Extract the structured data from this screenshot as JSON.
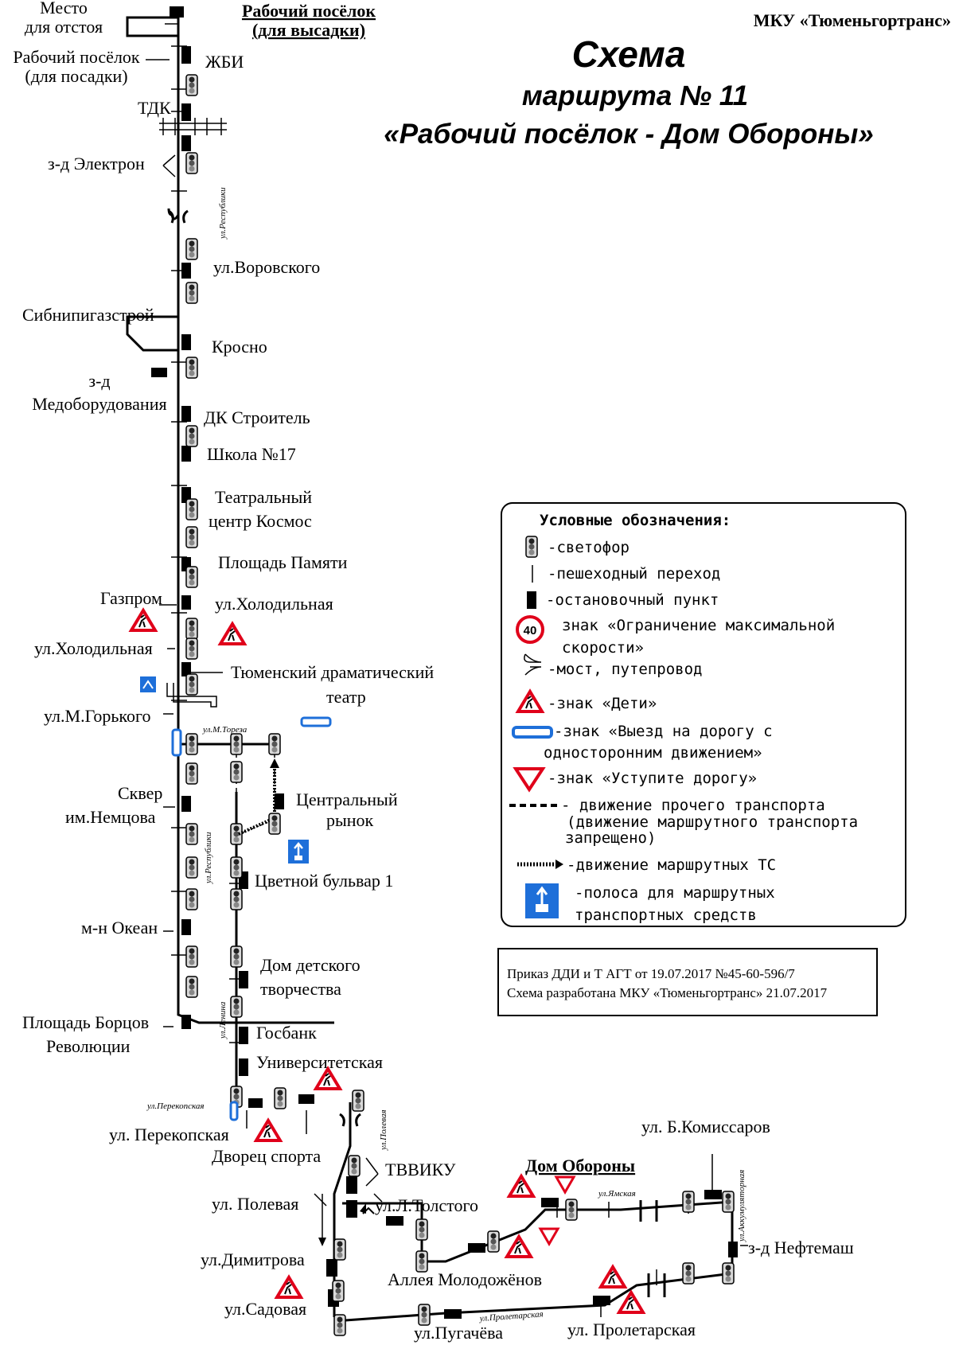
{
  "organization": "МКУ «Тюменьгортранс»",
  "title": {
    "line1": "Схема",
    "line2": "маршрута № 11",
    "line3": "«Рабочий посёлок - Дом Обороны»"
  },
  "stops": {
    "depot_l1": "Место",
    "depot_l2": "для отстоя",
    "drop_l1": "Рабочий посёлок",
    "drop_l2": "(для высадки)",
    "pick_l1": "Рабочий посёлок",
    "pick_l2": "(для посадки)",
    "zhbi": "ЖБИ",
    "tdk": "ТДК",
    "elektron": "з-д Электрон",
    "vorovskogo": "ул.Воровского",
    "sibnipi": "Сибнипигазстрой",
    "krosno": "Кросно",
    "medob_l1": "з-д",
    "medob_l2": "Медоборудования",
    "dk": "ДК Строитель",
    "school": "Школа №17",
    "kosmos_l1": "Театральный",
    "kosmos_l2": "центр Космос",
    "pamyati": "Площадь Памяти",
    "gazprom": "Газпром",
    "holod_r": "ул.Холодильная",
    "holod_l": "ул.Холодильная",
    "drama_l1": "Тюменский драматический",
    "drama_l2": "театр",
    "gorkogo": "ул.М.Горького",
    "nemtsov_l1": "Сквер",
    "nemtsov_l2": "им.Немцова",
    "rynok_l1": "Центральный",
    "rynok_l2": "рынок",
    "tsvetnoy": "Цветной бульвар 1",
    "okean": "м-н Океан",
    "ddt_l1": "Дом детского",
    "ddt_l2": "творчества",
    "borcov_l1": "Площадь Борцов",
    "borcov_l2": "Революции",
    "gosbank": "Госбанк",
    "univer": "Университетская",
    "perekopskaya": "ул. Перекопская",
    "dvorets": "Дворец спорта",
    "tvviku": "ТВВИКУ",
    "polevaya": "ул. Полевая",
    "tolstogo": "ул.Л.Толстого",
    "dimitrova": "ул.Димитрова",
    "alleya": "Аллея Молодожёнов",
    "sadovaya": "ул.Садовая",
    "pugacheva": "ул.Пугачёва",
    "proletarskaya": "ул. Пролетарская",
    "dom_oborony": "Дом Обороны",
    "komissarov": "ул. Б.Комиссаров",
    "neftemash": "з-д Нефтемаш"
  },
  "streets": {
    "respubliki_top": "ул.Республики",
    "respubliki_mid": "ул.Республики",
    "toreza": "ул.М.Тореза",
    "lenina": "ул.Ленина",
    "perekopskaya": "ул.Перекопская",
    "polevaya": "ул.Полевая",
    "yamskaya": "ул.Ямская",
    "akkumulyatornaya": "ул.Аккумуляторная",
    "proletarskaya": "ул.Пролетарская"
  },
  "legend": {
    "heading": "Условные обозначения:",
    "traffic_light": "-светофор",
    "crossing": "-пешеходный переход",
    "stop": "-остановочный пункт",
    "speed_value": "40",
    "speed_l1": "знак «Ограничение максимальной",
    "speed_l2": "скорости»",
    "bridge": "-мост, путепровод",
    "children": "-знак «Дети»",
    "oneway_l1": "-знак «Выезд на дорогу с",
    "oneway_l2": "односторонним движением»",
    "yield": "-знак «Уступите дорогу»",
    "other_l1": "- движение прочего транспорта",
    "other_l2": "(движение маршрутного транспорта",
    "other_l3": "запрещено)",
    "route": "-движение маршрутных ТС",
    "bus_l1": "-полоса для маршрутных",
    "bus_l2": "транспортных средств"
  },
  "order": {
    "line1": "Приказ ДДИ и Т АГТ от 19.07.2017 №45-60-596/7",
    "line2": "Схема разработана МКУ «Тюменьгортранс» 21.07.2017"
  },
  "colors": {
    "sign_red": "#e0001a",
    "sign_blue": "#1e6fd9",
    "stroke": "#000000"
  }
}
